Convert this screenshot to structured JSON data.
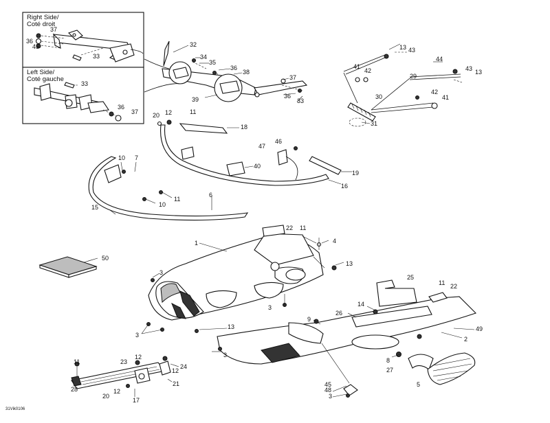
{
  "insets": {
    "right": {
      "title_line1": "Right Side/",
      "title_line2": "Coté droit",
      "callouts": [
        "37",
        "36",
        "45",
        "33"
      ]
    },
    "left": {
      "title_line1": "Left Side/",
      "title_line2": "Coté gauche",
      "callouts": [
        "33",
        "36",
        "37"
      ]
    }
  },
  "callouts": [
    "32",
    "34",
    "35",
    "36",
    "38",
    "37",
    "39",
    "36",
    "33",
    "13",
    "43",
    "44",
    "41",
    "42",
    "29",
    "43",
    "13",
    "30",
    "42",
    "41",
    "31",
    "20",
    "12",
    "11",
    "18",
    "47",
    "46",
    "40",
    "19",
    "16",
    "10",
    "7",
    "11",
    "10",
    "6",
    "15",
    "22",
    "11",
    "1",
    "4",
    "13",
    "50",
    "3",
    "3",
    "13",
    "3",
    "25",
    "11",
    "22",
    "14",
    "26",
    "49",
    "9",
    "2",
    "3",
    "8",
    "27",
    "5",
    "11",
    "23",
    "12",
    "12",
    "24",
    "21",
    "28",
    "12",
    "20",
    "17",
    "45",
    "48",
    "3"
  ],
  "drawing_code": "31Vik0106"
}
